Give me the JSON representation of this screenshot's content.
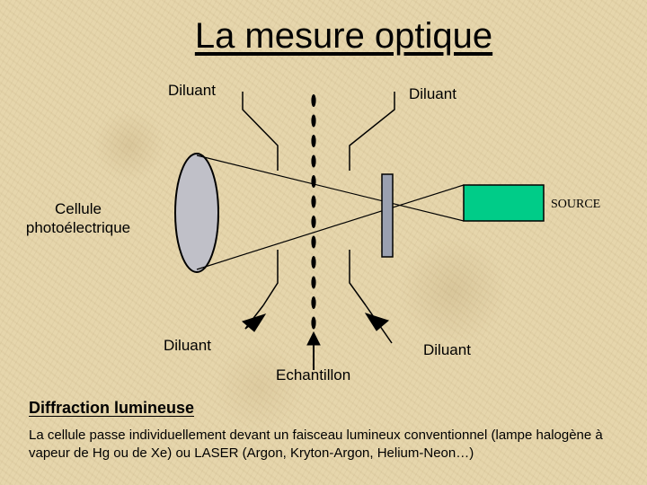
{
  "title": "La mesure optique",
  "labels": {
    "diluant_top_left": "Diluant",
    "diluant_top_right": "Diluant",
    "diluant_bottom_left": "Diluant",
    "diluant_bottom_right": "Diluant",
    "cellule": "Cellule photoélectrique",
    "source": "SOURCE",
    "echantillon": "Echantillon"
  },
  "section": {
    "title": "Diffraction lumineuse",
    "text": "La cellule passe individuellement devant un faisceau lumineux conventionnel (lampe halogène à vapeur de Hg ou de Xe) ou LASER (Argon, Kryton-Argon, Helium-Neon…)"
  },
  "colors": {
    "source": "#00cc88",
    "cell": "#c0c0c8",
    "lens": "#9aa0b0",
    "line": "#000000"
  }
}
